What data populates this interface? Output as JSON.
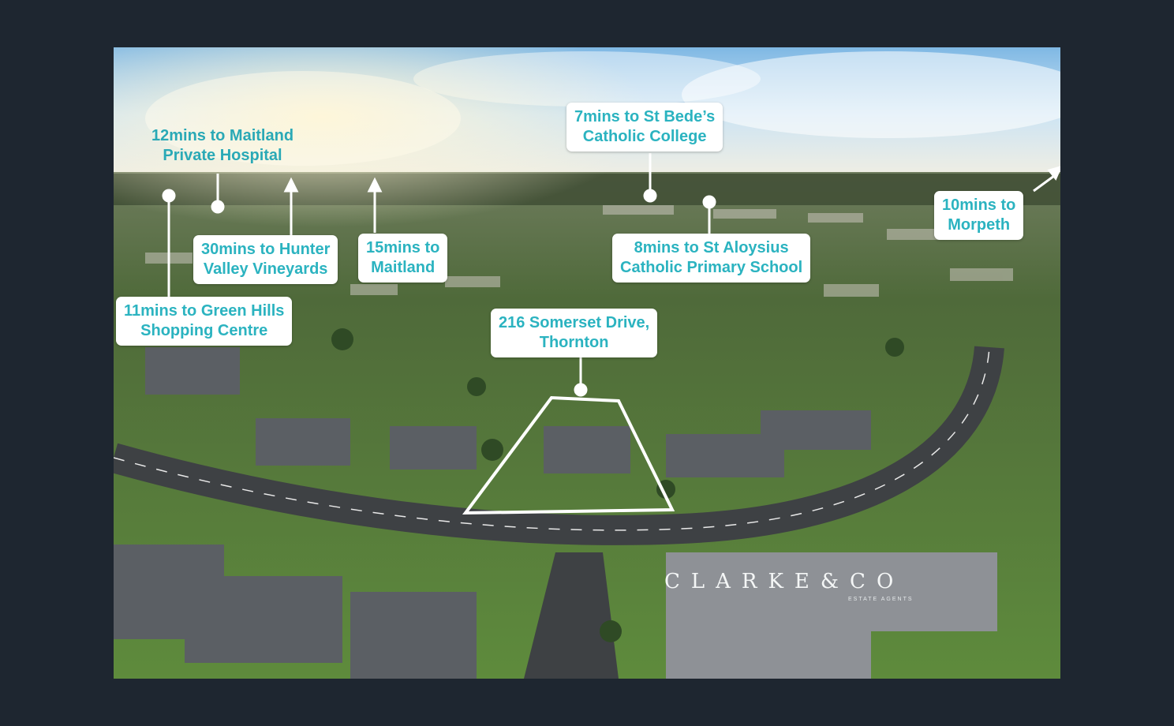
{
  "image": {
    "description_kind": "aerial real-estate photograph with travel-time callouts",
    "colors": {
      "frame": "#1e2630",
      "callout_text": "#2bb3c0",
      "callout_bg": "#ffffff",
      "sky": "#cfe7f5",
      "lawn": "#6fa84a",
      "road": "#3e4144"
    }
  },
  "callouts": {
    "hospital": {
      "line1": "12mins to Maitland",
      "line2": "Private Hospital"
    },
    "college": {
      "line1": "7mins to St Bede’s",
      "line2": "Catholic College"
    },
    "morpeth": {
      "line1": "10mins to",
      "line2": "Morpeth"
    },
    "vineyards": {
      "line1": "30mins to Hunter",
      "line2": "Valley Vineyards"
    },
    "maitland": {
      "line1": "15mins to",
      "line2": "Maitland"
    },
    "aloysius": {
      "line1": "8mins to St Aloysius",
      "line2": "Catholic Primary School"
    },
    "green_hills": {
      "line1": "11mins to Green Hills",
      "line2": "Shopping Centre"
    },
    "property": {
      "line1": "216 Somerset Drive,",
      "line2": "Thornton"
    }
  },
  "brand": {
    "name": "CLARKE&CO",
    "tagline": "ESTATE AGENTS"
  }
}
